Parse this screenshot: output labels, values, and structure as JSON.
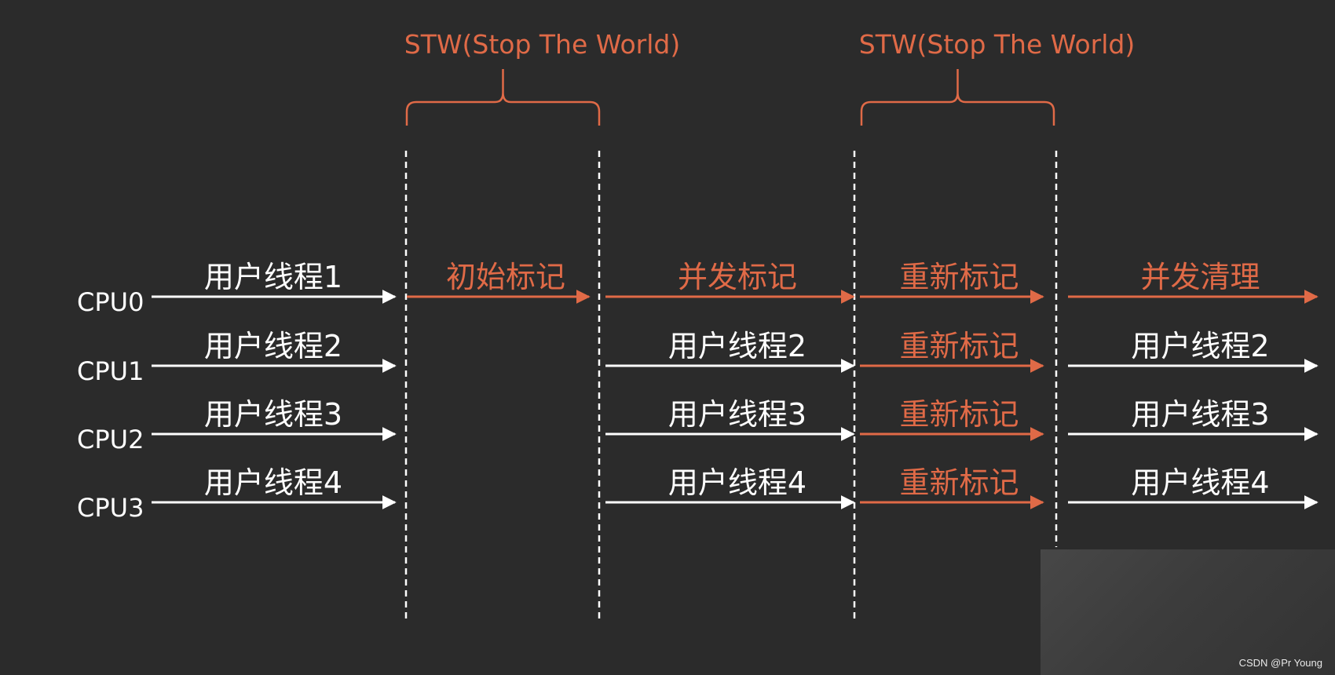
{
  "colors": {
    "background": "#2b2b2b",
    "white": "#ffffff",
    "accent": "#e06a47"
  },
  "stw": [
    {
      "label": "STW(Stop The World)"
    },
    {
      "label": "STW(Stop The World)"
    }
  ],
  "cpus": [
    "CPU0",
    "CPU1",
    "CPU2",
    "CPU3"
  ],
  "phases": [
    {
      "name": "用户线程",
      "rows": [
        {
          "label": "用户线程1",
          "color": "white"
        },
        {
          "label": "用户线程2",
          "color": "white"
        },
        {
          "label": "用户线程3",
          "color": "white"
        },
        {
          "label": "用户线程4",
          "color": "white"
        }
      ]
    },
    {
      "name": "初始标记",
      "rows": [
        {
          "label": "初始标记",
          "color": "accent"
        }
      ]
    },
    {
      "name": "并发标记",
      "rows": [
        {
          "label": "并发标记",
          "color": "accent"
        },
        {
          "label": "用户线程2",
          "color": "white"
        },
        {
          "label": "用户线程3",
          "color": "white"
        },
        {
          "label": "用户线程4",
          "color": "white"
        }
      ]
    },
    {
      "name": "重新标记",
      "rows": [
        {
          "label": "重新标记",
          "color": "accent"
        },
        {
          "label": "重新标记",
          "color": "accent"
        },
        {
          "label": "重新标记",
          "color": "accent"
        },
        {
          "label": "重新标记",
          "color": "accent"
        }
      ]
    },
    {
      "name": "并发清理",
      "rows": [
        {
          "label": "并发清理",
          "color": "accent"
        },
        {
          "label": "用户线程2",
          "color": "white"
        },
        {
          "label": "用户线程3",
          "color": "white"
        },
        {
          "label": "用户线程4",
          "color": "white"
        }
      ]
    }
  ],
  "watermark": "CSDN @Pr Young"
}
